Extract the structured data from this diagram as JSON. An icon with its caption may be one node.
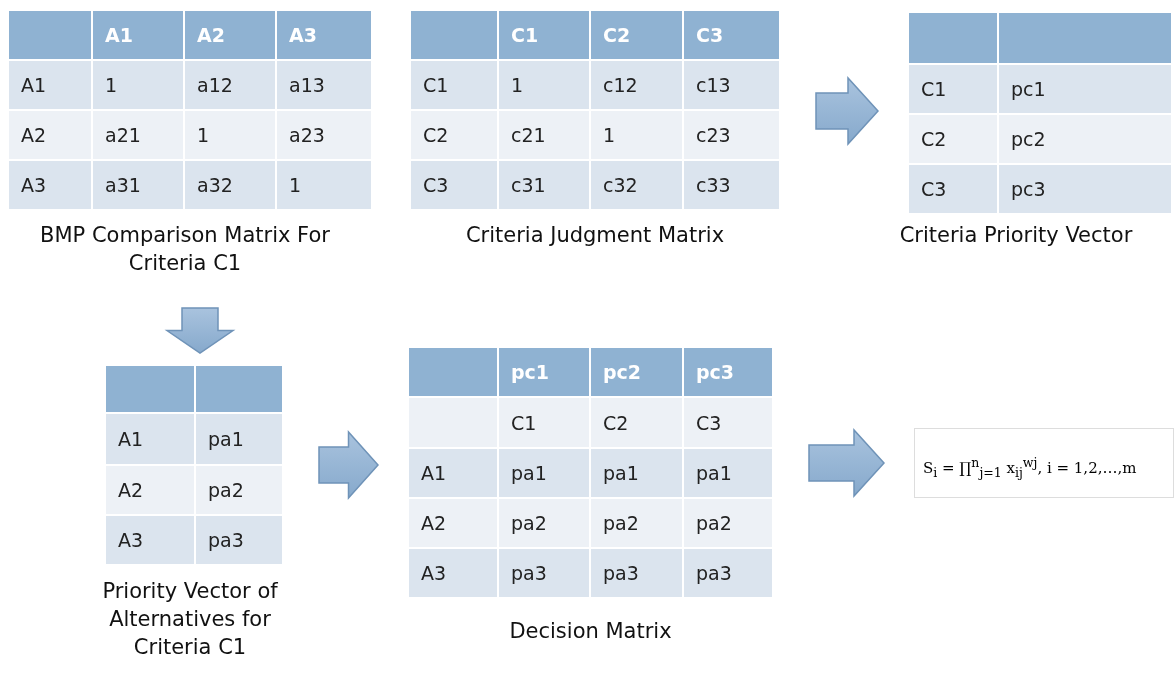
{
  "diagram": {
    "nodes": [
      {
        "text": [
          "A1",
          "A2",
          "A3",
          "A1",
          "1",
          "a12",
          "a13",
          "A2",
          "a21",
          "1",
          "a23",
          "A3",
          "a31",
          "a32",
          "1"
        ],
        "beside": [
          "BMP Comparison Matrix For Criteria C1"
        ]
      },
      {
        "text": [
          "C1",
          "C2",
          "C3",
          "C1",
          "1",
          "c12",
          "c13",
          "C2",
          "c21",
          "1",
          "c23",
          "C3",
          "c31",
          "c32",
          "c33"
        ],
        "beside": [
          "Criteria Judgment Matrix"
        ]
      },
      {
        "text": [
          "C1",
          "pc1",
          "C2",
          "pc2",
          "C3",
          "pc3"
        ],
        "beside": [
          "Criteria Priority Vector"
        ]
      },
      {
        "text": [
          "A1",
          "pa1",
          "A2",
          "pa2",
          "A3",
          "pa3"
        ],
        "beside": [
          "Priority Vector of Alternatives for Criteria C1"
        ]
      },
      {
        "text": [
          "pc1",
          "pc2",
          "pc3",
          "C1",
          "C2",
          "C3",
          "A1",
          "pa1",
          "pa1",
          "pa1",
          "A2",
          "pa2",
          "pa2",
          "pa2",
          "A3",
          "pa3",
          "pa3",
          "pa3"
        ],
        "beside": [
          "Decision Matrix"
        ]
      },
      {
        "text": [
          "S$_{i}$ = ∏$^{n}$$_{j=1}$ x$_{ij}$$^{wj}$,   i = 1,2,…,m"
        ]
      }
    ],
    "edges": [
      {
        "from": 1,
        "to": 2,
        "arrow": "to"
      },
      {
        "from": 0,
        "to": 3,
        "arrow": "to"
      },
      {
        "from": 3,
        "to": 4,
        "arrow": "to"
      },
      {
        "from": 4,
        "to": 5,
        "arrow": "to"
      }
    ]
  }
}
